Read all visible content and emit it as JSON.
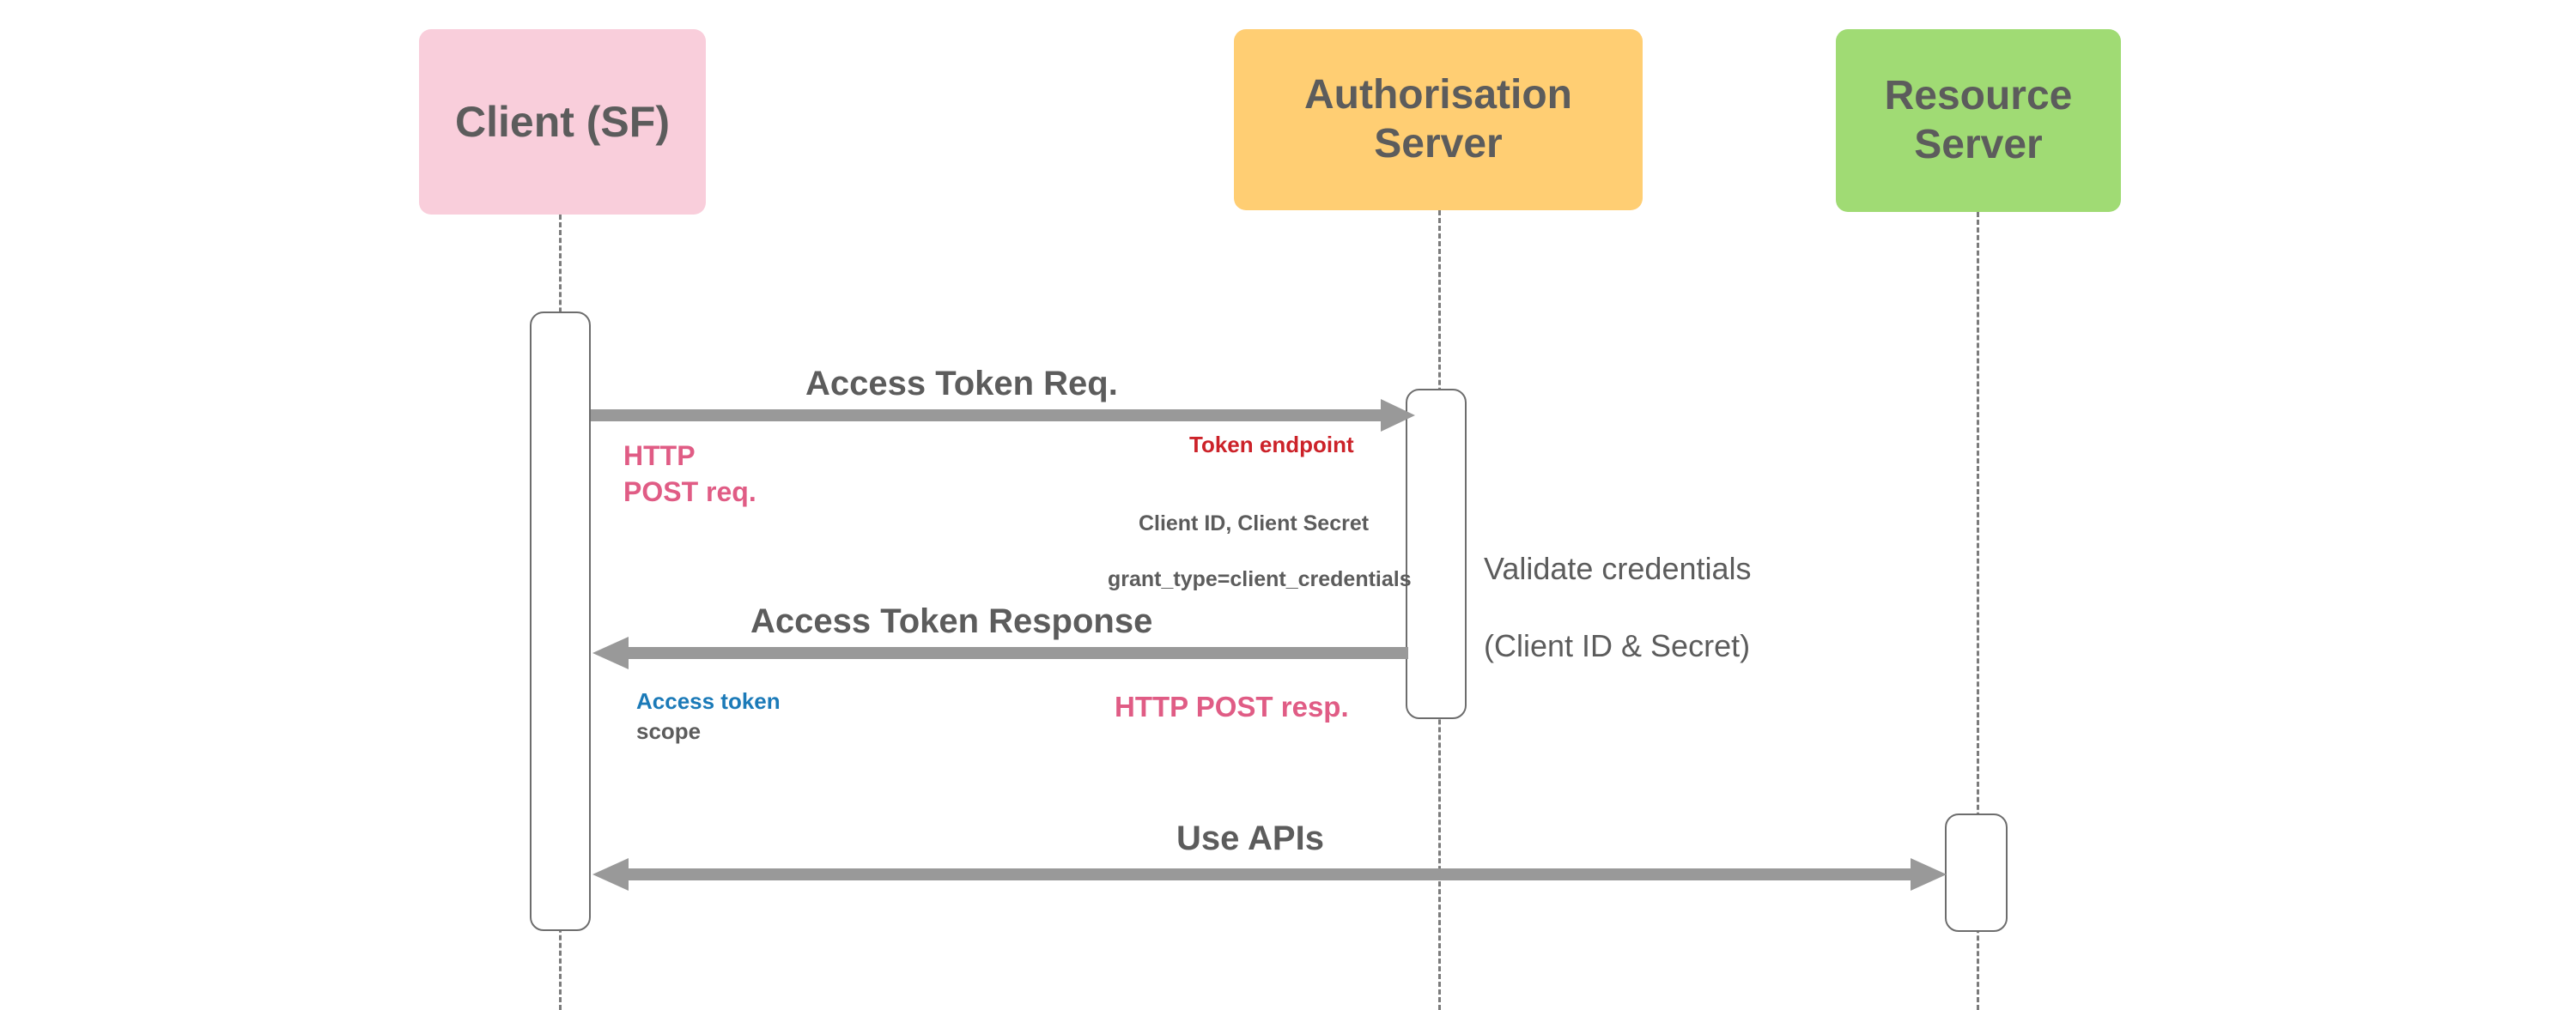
{
  "diagram": {
    "type": "sequence-diagram",
    "title": "OAuth 2.0 Client Credentials Flow",
    "background": "#ffffff"
  },
  "colors": {
    "client_fill": "#F9CEDB",
    "auth_fill": "#FFCE73",
    "resource_fill": "#A0DB74",
    "participant_text": "#5c5c5c",
    "arrow": "#999999",
    "lifeline": "#7b7b7b",
    "activation_border": "#6d6d6d",
    "pink_text": "#E05C85",
    "red_text": "#CC2229",
    "blue_text": "#1B7AB8",
    "gray_text": "#5c5c5c"
  },
  "participants": [
    {
      "id": "client",
      "label": "Client (SF)",
      "fill": "#F9CEDB"
    },
    {
      "id": "auth",
      "label": "Authorisation\nServer",
      "line1": "Authorisation",
      "line2": "Server",
      "fill": "#FFCE73"
    },
    {
      "id": "resource",
      "label": "Resource\nServer",
      "line1": "Resource",
      "line2": "Server",
      "fill": "#A0DB74"
    }
  ],
  "messages": [
    {
      "id": "access-token-req",
      "label": "Access Token Req.",
      "direction": "right",
      "from": "client",
      "to": "auth"
    },
    {
      "id": "access-token-response",
      "label": "Access Token Response",
      "direction": "left",
      "from": "auth",
      "to": "client"
    },
    {
      "id": "use-apis",
      "label": "Use APIs",
      "direction": "both",
      "from": "client",
      "to": "resource"
    }
  ],
  "annotations": {
    "http_post_req": "HTTP\nPOST req.",
    "token_endpoint": "Token endpoint",
    "request_params_line1": "Client ID, Client Secret",
    "request_params_line2": "grant_type=client_credentials",
    "validate_credentials_line1": "Validate credentials",
    "validate_credentials_line2": "(Client ID & Secret)",
    "access_token": "Access token",
    "scope": "scope",
    "http_post_resp": "HTTP POST resp."
  }
}
